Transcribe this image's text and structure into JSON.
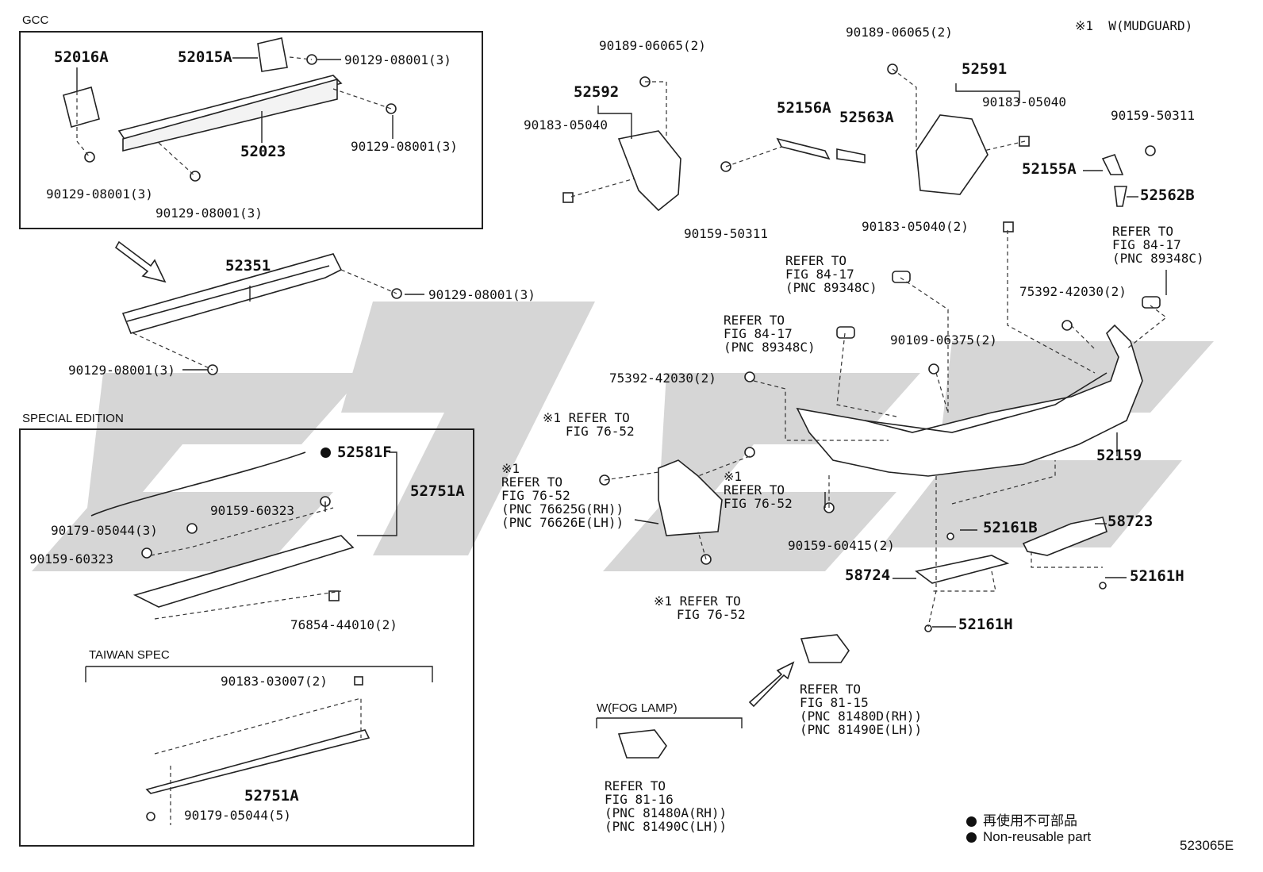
{
  "sections": {
    "gcc": "GCC",
    "special_edition": "SPECIAL EDITION",
    "taiwan_spec": "TAIWAN SPEC",
    "fog_lamp": "W(FOG LAMP)",
    "mudguard_note": "※1  W(MUDGUARD)"
  },
  "parts": {
    "p52016A": "52016A",
    "p52015A": "52015A",
    "p52023": "52023",
    "p52351": "52351",
    "p52581F": "52581F",
    "p52751A": "52751A",
    "p52751A_tw": "52751A",
    "p52592": "52592",
    "p52156A": "52156A",
    "p52563A": "52563A",
    "p52591": "52591",
    "p52155A": "52155A",
    "p52562B": "52562B",
    "p52159": "52159",
    "p52161B": "52161B",
    "p58723": "58723",
    "p58724": "58724",
    "p52161H_a": "52161H",
    "p52161H_b": "52161H"
  },
  "fasteners": {
    "f1": "90129-08001(3)",
    "f2": "90129-08001(3)",
    "f3": "90129-08001(3)",
    "f4": "90129-08001(3)",
    "f5": "90129-08001(3)",
    "f6": "90129-08001(3)",
    "f7": "90159-60323",
    "f8": "90179-05044(3)",
    "f9": "90159-60323",
    "f10": "76854-44010(2)",
    "f11": "90183-03007(2)",
    "f12": "90179-05044(5)",
    "f13": "90189-06065(2)",
    "f14": "90183-05040",
    "f15": "90159-50311",
    "f16": "90189-06065(2)",
    "f17": "90183-05040",
    "f18": "90159-50311",
    "f19": "90183-05040(2)",
    "f20": "75392-42030(2)",
    "f21": "90109-06375(2)",
    "f22": "75392-42030(2)",
    "f23": "90159-60415(2)"
  },
  "refs": {
    "r1": "REFER TO\nFIG 84-17\n(PNC 89348C)",
    "r2": "REFER TO\nFIG 84-17\n(PNC 89348C)",
    "r3": "REFER TO\nFIG 84-17\n(PNC 89348C)",
    "r4": "※1 REFER TO\n   FIG 76-52",
    "r5": "※1\nREFER TO\nFIG 76-52\n(PNC 76625G(RH))\n(PNC 76626E(LH))",
    "r6": "※1\nREFER TO\nFIG 76-52",
    "r7": "※1 REFER TO\n   FIG 76-52",
    "r8": "REFER TO\nFIG 81-15\n(PNC 81480D(RH))\n(PNC 81490E(LH))",
    "r9": "REFER TO\nFIG 81-16\n(PNC 81480A(RH))\n(PNC 81490C(LH))"
  },
  "legend": {
    "jp": "再使用不可部品",
    "en": "Non-reusable part"
  },
  "figure_id": "523065E",
  "colors": {
    "line": "#222222",
    "watermark": "#c8c8c8",
    "part_fill": "#ffffff"
  }
}
